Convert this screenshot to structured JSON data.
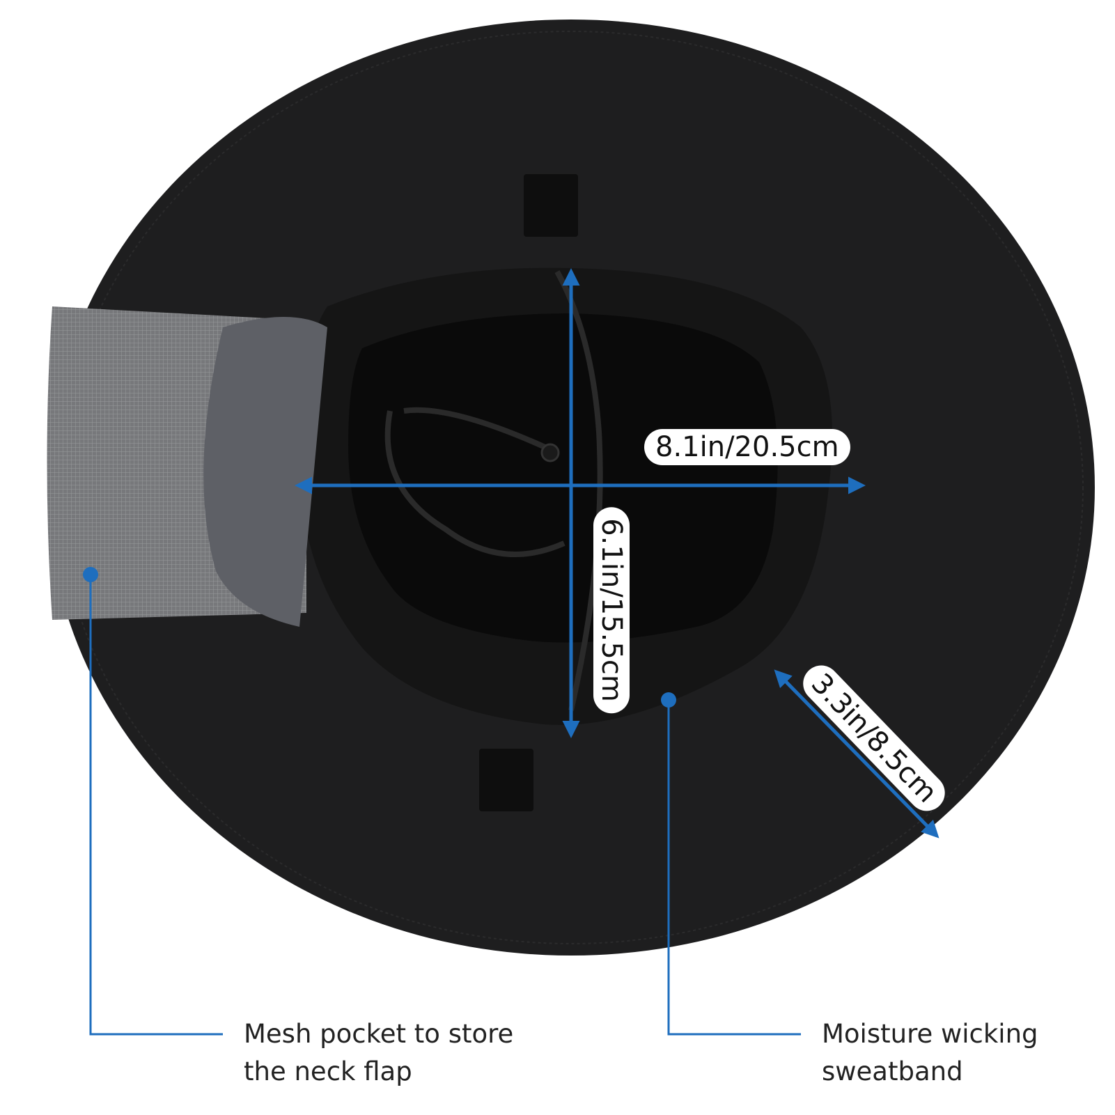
{
  "colors": {
    "accent": "#1e6ebe",
    "hat": "#1e1e1f",
    "mesh": "#77787b",
    "flap": "#5e6066"
  },
  "measurements": {
    "width": "8.1in/20.5cm",
    "depth": "6.1in/15.5cm",
    "brim": "3.3in/8.5cm"
  },
  "callouts": {
    "mesh_pocket": {
      "line1": "Mesh pocket to store",
      "line2": "the neck flap"
    },
    "sweatband": {
      "line1": "Moisture wicking",
      "line2": "sweatband"
    }
  }
}
